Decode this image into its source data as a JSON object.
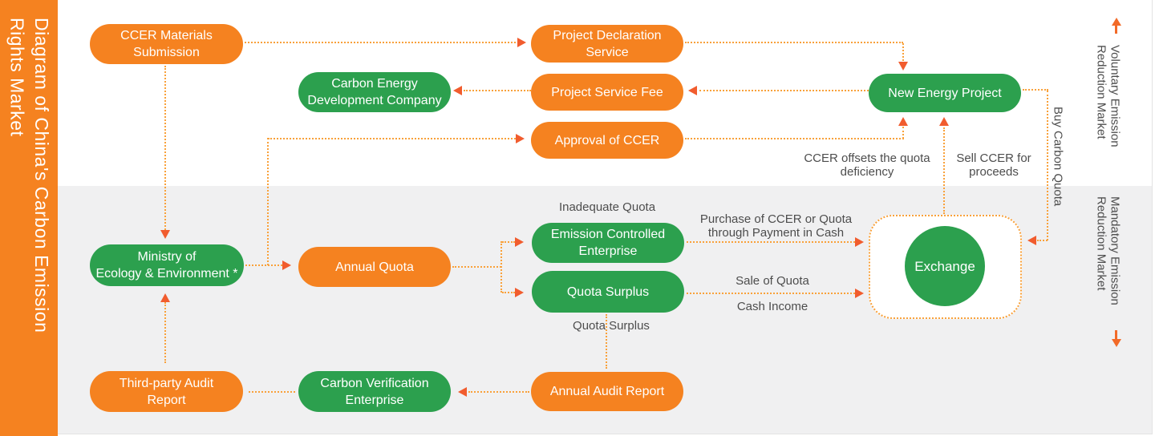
{
  "sidebar": {
    "title": "Diagram of China's Carbon Emission Rights Market",
    "title_lines": [
      "Diagram of China's Carbon Emission",
      "Rights Market"
    ]
  },
  "markets": {
    "voluntary": {
      "lines": [
        "Voluntary Emission",
        "Reduction Market"
      ]
    },
    "mandatory": {
      "lines": [
        "Mandatory Emission",
        "Reduction Market"
      ]
    }
  },
  "nodes": {
    "ccer_materials": [
      "CCER Materials",
      "Submission"
    ],
    "project_declaration": [
      "Project Declaration",
      "Service"
    ],
    "carbon_energy": [
      "Carbon Energy",
      "Development Company"
    ],
    "project_service_fee": [
      "Project Service Fee"
    ],
    "approval_ccer": [
      "Approval of CCER"
    ],
    "new_energy": [
      "New Energy Project"
    ],
    "ministry": [
      "Ministry of",
      "Ecology & Environment *"
    ],
    "annual_quota": [
      "Annual Quota"
    ],
    "emission_controlled": [
      "Emission Controlled",
      "Enterprise"
    ],
    "quota_surplus": [
      "Quota Surplus"
    ],
    "third_party": [
      "Third-party Audit",
      "Report"
    ],
    "carbon_verification": [
      "Carbon Verification",
      "Enterprise"
    ],
    "annual_audit": [
      "Annual Audit Report"
    ],
    "exchange": [
      "Exchange"
    ]
  },
  "labels": {
    "inadequate_quota": "Inadequate Quota",
    "purchase_lines": [
      "Purchase of CCER or Quota",
      "through Payment in Cash"
    ],
    "sale_of_quota": "Sale of Quota",
    "cash_income": "Cash Income",
    "quota_surplus": "Quota Surplus",
    "ccer_offsets_lines": [
      "CCER offsets the quota",
      "deficiency"
    ],
    "sell_ccer_lines": [
      "Sell CCER for",
      "proceeds"
    ],
    "buy_carbon_quota": "Buy Carbon Quota"
  },
  "colors": {
    "orange": "#F58220",
    "green": "#2CA04E",
    "dot": "#F9A13A",
    "arrow": "#F15C2E",
    "side_arrow": "#F26A28",
    "label_text": "#4D4D4D",
    "section_bg": "#F0F0F1"
  }
}
